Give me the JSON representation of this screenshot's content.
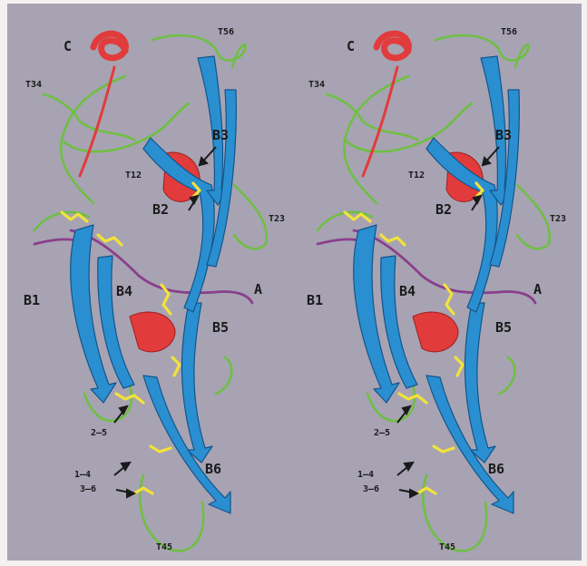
{
  "colors": {
    "background": "#a7a3b3",
    "strand": "#2a8fd0",
    "strand_edge": "#13548a",
    "helix": "#e23b3b",
    "coil_green": "#6fbf43",
    "coil_purple": "#8a3f8c",
    "disulfide": "#f2e23a"
  },
  "icons": [
    "arrow-icon"
  ],
  "labels": {
    "C": "C",
    "T56": "T56",
    "T34": "T34",
    "B3": "B3",
    "T12": "T12",
    "B2": "B2",
    "T23": "T23",
    "A": "A",
    "B1": "B1",
    "B4": "B4",
    "B5": "B5",
    "s25": "2–5",
    "s14": "1–4",
    "s36": "3–6",
    "B6": "B6",
    "T45": "T45"
  }
}
